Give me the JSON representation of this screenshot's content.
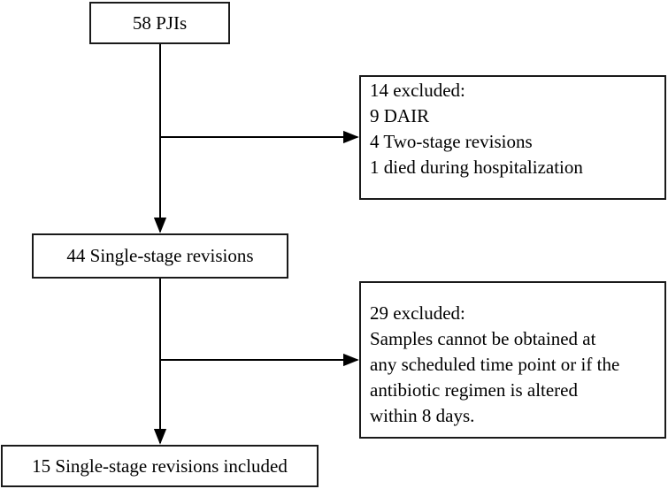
{
  "boxes": {
    "top": "58 PJIs",
    "exclusion_1": [
      "14 excluded:",
      "9 DAIR",
      "4 Two-stage revisions",
      "1 died during hospitalization"
    ],
    "middle": "44 Single-stage revisions",
    "exclusion_2": [
      "29 excluded:",
      "Samples cannot be obtained at",
      "any scheduled time point or if the",
      "antibiotic regimen is altered",
      "within 8 days."
    ],
    "bottom": "15 Single-stage revisions included"
  }
}
